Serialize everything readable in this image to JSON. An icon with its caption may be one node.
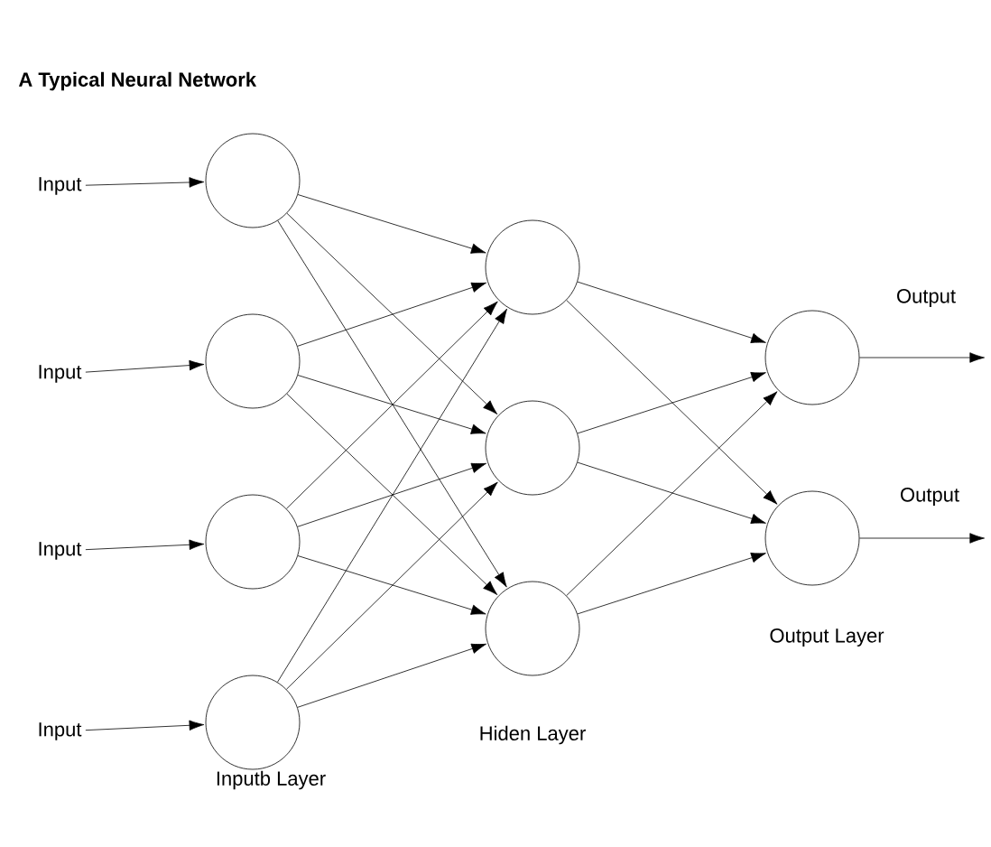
{
  "diagram": {
    "title": "A Typical Neural Network",
    "nodes": [
      {
        "text": [
          "Input"
        ]
      },
      {
        "text": [
          "Input"
        ]
      },
      {
        "text": [
          "Input"
        ]
      },
      {
        "text": [
          "Input"
        ]
      },
      {
        "text": [],
        "shape": "circle"
      },
      {
        "text": [],
        "shape": "circle"
      },
      {
        "text": [],
        "shape": "circle"
      },
      {
        "text": [],
        "shape": "circle"
      },
      {
        "text": [],
        "shape": "circle"
      },
      {
        "text": [],
        "shape": "circle"
      },
      {
        "text": [],
        "shape": "circle"
      },
      {
        "text": [],
        "shape": "circle"
      },
      {
        "text": [],
        "shape": "circle"
      }
    ],
    "edges": [
      {
        "from": 0,
        "to": 4,
        "arrow": "to"
      },
      {
        "from": 1,
        "to": 5,
        "arrow": "to"
      },
      {
        "from": 2,
        "to": 6,
        "arrow": "to"
      },
      {
        "from": 3,
        "to": 7,
        "arrow": "to"
      },
      {
        "from": 4,
        "to": 8,
        "arrow": "to"
      },
      {
        "from": 4,
        "to": 9,
        "arrow": "to"
      },
      {
        "from": 4,
        "to": 10,
        "arrow": "to"
      },
      {
        "from": 5,
        "to": 8,
        "arrow": "to"
      },
      {
        "from": 5,
        "to": 9,
        "arrow": "to"
      },
      {
        "from": 5,
        "to": 10,
        "arrow": "to"
      },
      {
        "from": 6,
        "to": 8,
        "arrow": "to"
      },
      {
        "from": 6,
        "to": 9,
        "arrow": "to"
      },
      {
        "from": 6,
        "to": 10,
        "arrow": "to"
      },
      {
        "from": 7,
        "to": 8,
        "arrow": "to"
      },
      {
        "from": 7,
        "to": 9,
        "arrow": "to"
      },
      {
        "from": 7,
        "to": 10,
        "arrow": "to"
      },
      {
        "from": 8,
        "to": 11,
        "arrow": "to"
      },
      {
        "from": 8,
        "to": 12,
        "arrow": "to"
      },
      {
        "from": 9,
        "to": 11,
        "arrow": "to"
      },
      {
        "from": 9,
        "to": 12,
        "arrow": "to"
      },
      {
        "from": 10,
        "to": 11,
        "arrow": "to"
      },
      {
        "from": 10,
        "to": 12,
        "arrow": "to"
      },
      {
        "from": 11,
        "to": null,
        "arrow": "to"
      },
      {
        "from": 12,
        "to": null,
        "arrow": "to"
      }
    ],
    "labels": [
      "Output",
      "Output",
      "Output Layer",
      "Hiden Layer",
      "Inputb Layer"
    ]
  }
}
